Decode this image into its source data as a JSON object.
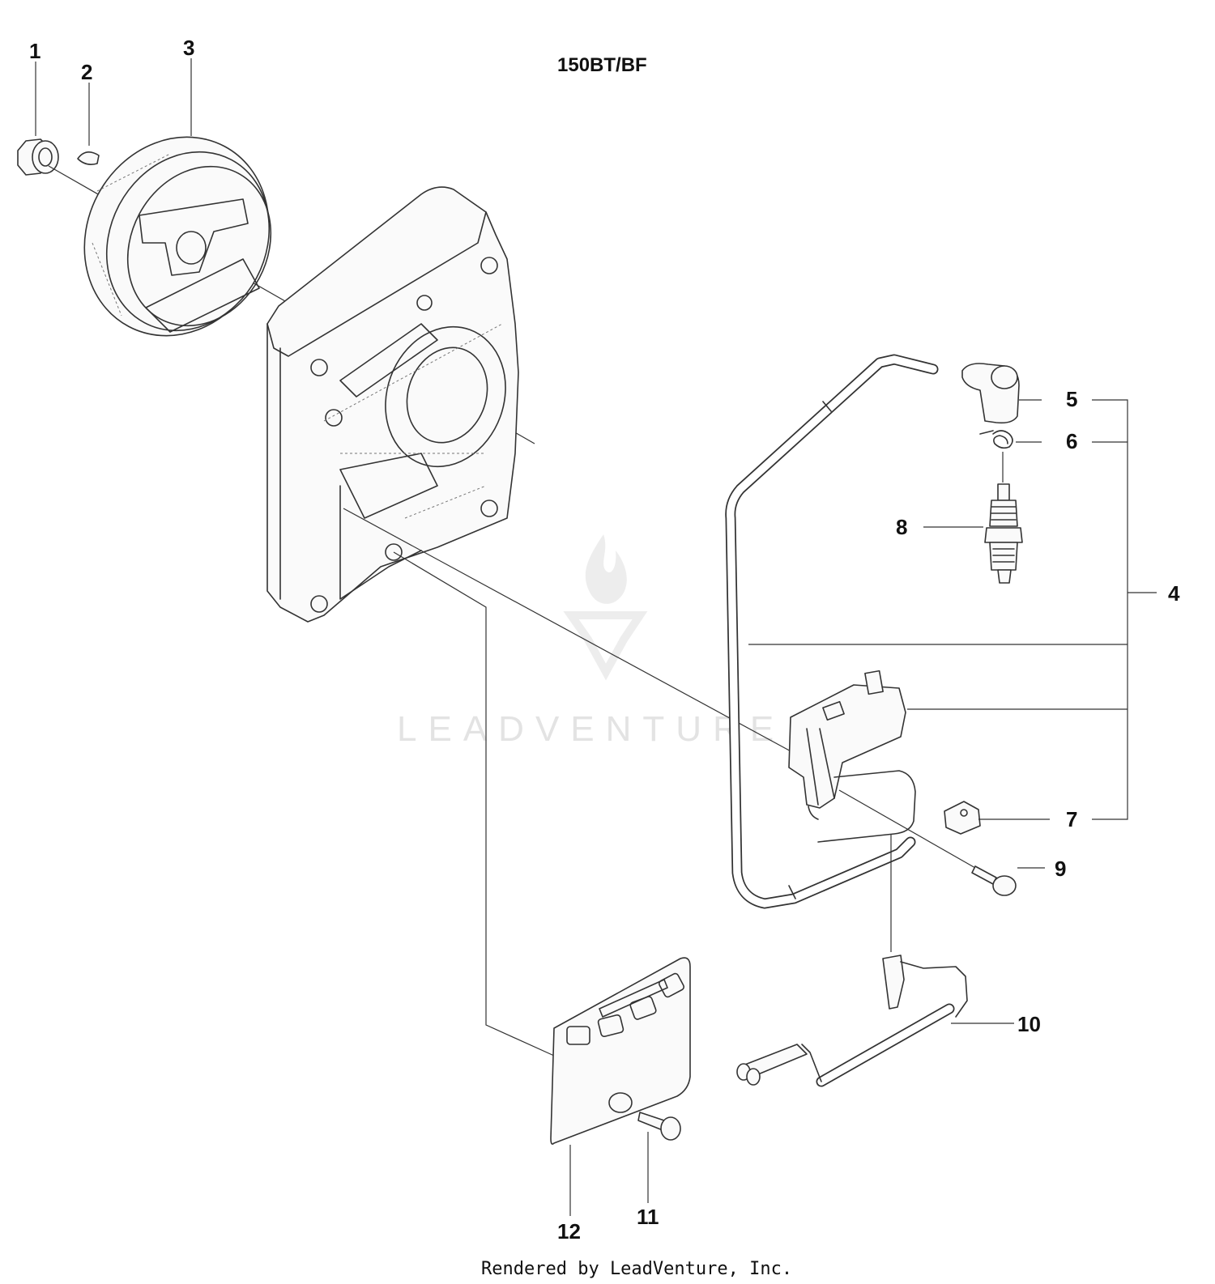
{
  "diagram": {
    "title": "150BT/BF",
    "footer": "Rendered by LeadVenture, Inc.",
    "watermark": "LEADVENTURE",
    "callouts": [
      "1",
      "2",
      "3",
      "4",
      "5",
      "6",
      "7",
      "8",
      "9",
      "10",
      "11",
      "12"
    ]
  }
}
